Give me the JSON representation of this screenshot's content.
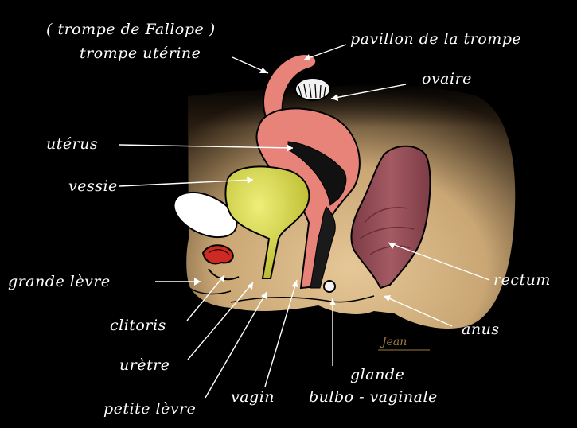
{
  "labels": {
    "trompe_fallope": "( trompe de Fallope )",
    "trompe_uterine": "trompe utérine",
    "pavillon": "pavillon de la trompe",
    "ovaire": "ovaire",
    "uterus": "utérus",
    "vessie": "vessie",
    "grande_levre": "grande lèvre",
    "rectum": "rectum",
    "clitoris": "clitoris",
    "anus": "anus",
    "uretre": "urètre",
    "glande_1": "glande",
    "glande_2": "bulbo - vaginale",
    "vagin": "vagin",
    "petite_levre": "petite lèvre"
  },
  "signature": "Jean",
  "colors": {
    "background": "#000000",
    "skin": "#d4b283",
    "uterus": "#e8837a",
    "bladder": "#d9d84a",
    "rectum": "#8e4a52",
    "label": "#ffffff"
  }
}
